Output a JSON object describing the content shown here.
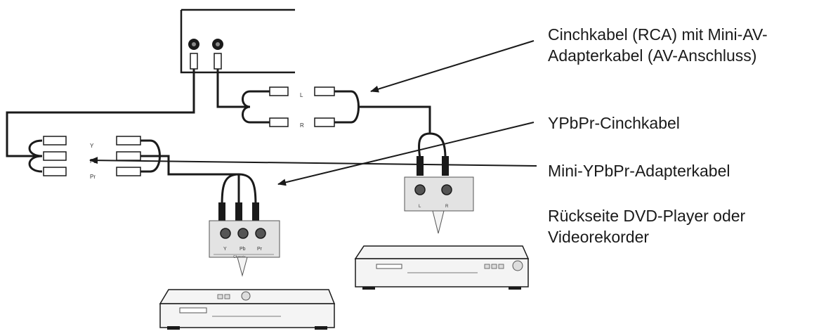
{
  "callouts": {
    "rca_cable": [
      "Cinchkabel (RCA) mit Mini-AV-",
      "Adapterkabel (AV-Anschluss)"
    ],
    "ypbpr_cable": "YPbPr-Cinchkabel",
    "mini_ypbpr": "Mini-YPbPr-Adapterkabel",
    "player_back": [
      "Rückseite DVD-Player oder",
      "Videorekorder"
    ]
  },
  "connector_labels": {
    "audio_l": "L",
    "audio_r": "R",
    "y": "Y",
    "pb": "Pb",
    "pr": "Pr"
  },
  "panel_labels": {
    "component_y": "Y",
    "component_pb": "Pb",
    "component_pr": "Pr",
    "component_group": "Chassis",
    "audio_l": "L",
    "audio_r": "R"
  },
  "colors": {
    "line": "#1a1a1a",
    "panel_fill": "#e3e3e3",
    "device_fill": "#f4f4f4"
  }
}
